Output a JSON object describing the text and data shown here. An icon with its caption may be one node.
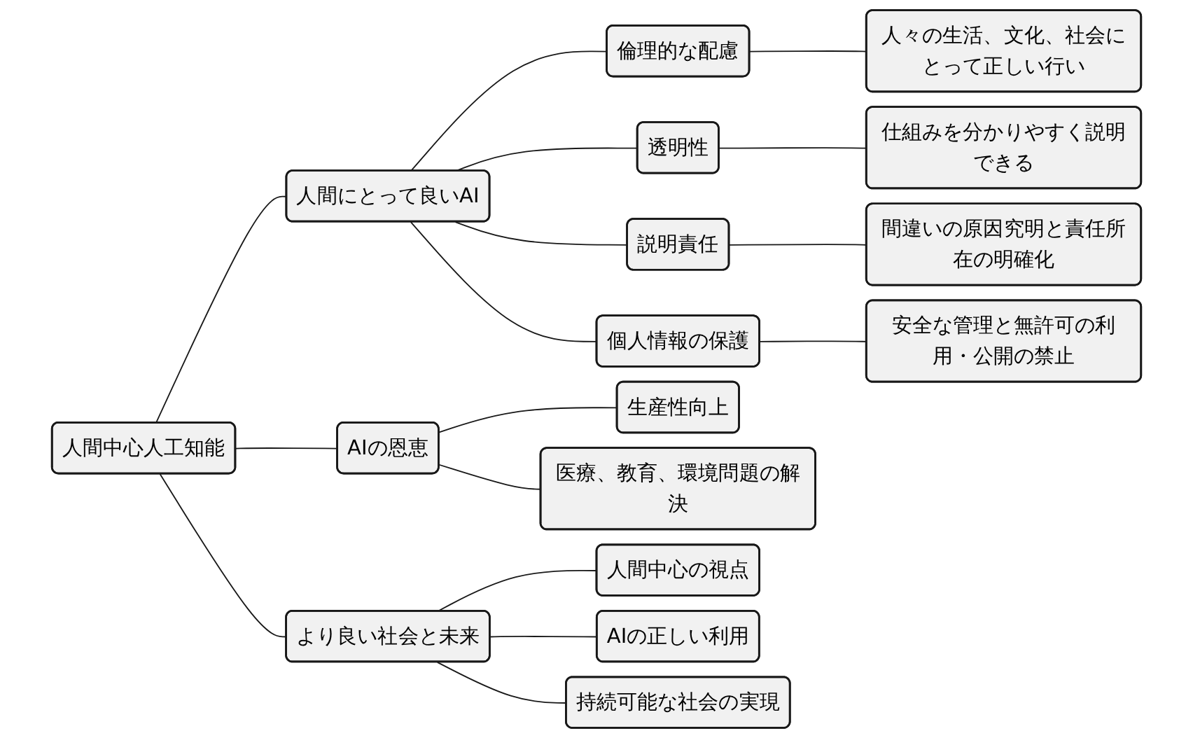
{
  "diagram": {
    "nodes": [
      {
        "text": [
          "人間中心人工知能"
        ]
      },
      {
        "text": [
          "人間にとって良いAI"
        ]
      },
      {
        "text": [
          "倫理的な配慮"
        ]
      },
      {
        "text": [
          "人々の生活、文化、社会にとって正しい行い"
        ]
      },
      {
        "text": [
          "透明性"
        ]
      },
      {
        "text": [
          "仕組みを分かりやすく説明できる"
        ]
      },
      {
        "text": [
          "説明責任"
        ]
      },
      {
        "text": [
          "間違いの原因究明と責任所在の明確化"
        ]
      },
      {
        "text": [
          "個人情報の保護"
        ]
      },
      {
        "text": [
          "安全な管理と無許可の利用・公開の禁止"
        ]
      },
      {
        "text": [
          "AIの恩恵"
        ]
      },
      {
        "text": [
          "生産性向上"
        ]
      },
      {
        "text": [
          "医療、教育、環境問題の解決"
        ]
      },
      {
        "text": [
          "より良い社会と未来"
        ]
      },
      {
        "text": [
          "人間中心の視点"
        ]
      },
      {
        "text": [
          "AIの正しい利用"
        ]
      },
      {
        "text": [
          "持続可能な社会の実現"
        ]
      }
    ],
    "edges": [
      {
        "from": 0,
        "to": 1,
        "arrow": "none"
      },
      {
        "from": 1,
        "to": 2,
        "arrow": "none"
      },
      {
        "from": 2,
        "to": 3,
        "arrow": "none"
      },
      {
        "from": 1,
        "to": 4,
        "arrow": "none"
      },
      {
        "from": 4,
        "to": 5,
        "arrow": "none"
      },
      {
        "from": 1,
        "to": 6,
        "arrow": "none"
      },
      {
        "from": 6,
        "to": 7,
        "arrow": "none"
      },
      {
        "from": 1,
        "to": 8,
        "arrow": "none"
      },
      {
        "from": 8,
        "to": 9,
        "arrow": "none"
      },
      {
        "from": 0,
        "to": 10,
        "arrow": "none"
      },
      {
        "from": 10,
        "to": 11,
        "arrow": "none"
      },
      {
        "from": 10,
        "to": 12,
        "arrow": "none"
      },
      {
        "from": 0,
        "to": 13,
        "arrow": "none"
      },
      {
        "from": 13,
        "to": 14,
        "arrow": "none"
      },
      {
        "from": 13,
        "to": 15,
        "arrow": "none"
      },
      {
        "from": 13,
        "to": 16,
        "arrow": "none"
      }
    ]
  }
}
